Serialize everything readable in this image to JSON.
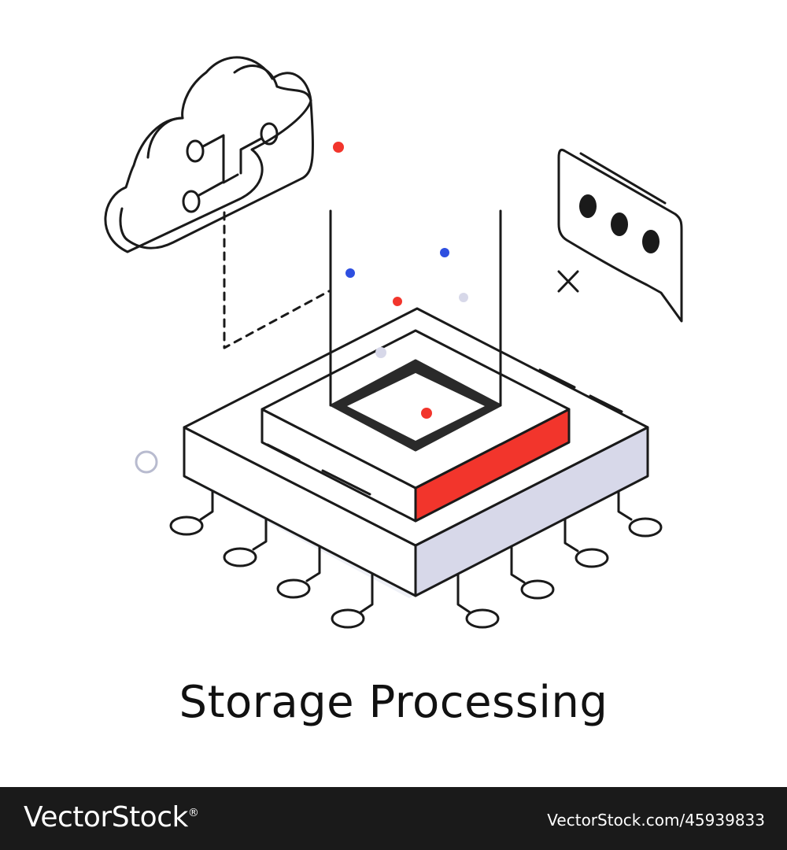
{
  "illustration": {
    "title": "Storage Processing",
    "accent_red": "#f2352c",
    "accent_blue": "#2e4fe0",
    "side_lilac": "#d7d8e9",
    "line_color": "#1a1a1a"
  },
  "footer": {
    "brand": "VectorStock",
    "brand_mark": "®",
    "image_ref": "VectorStock.com/45939833"
  }
}
